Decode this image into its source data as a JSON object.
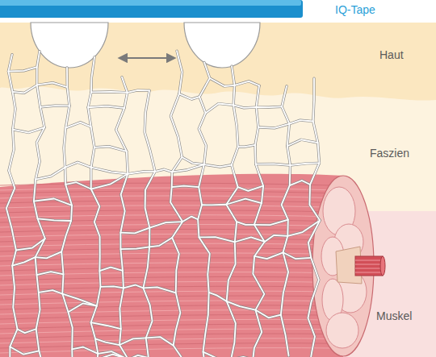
{
  "diagram": {
    "nodes": [
      {
        "text": [
          "IQ-Tape"
        ]
      },
      {
        "text": [
          "Haut"
        ]
      },
      {
        "text": [
          "Faszien"
        ]
      },
      {
        "text": [
          "Muskel"
        ]
      }
    ]
  }
}
